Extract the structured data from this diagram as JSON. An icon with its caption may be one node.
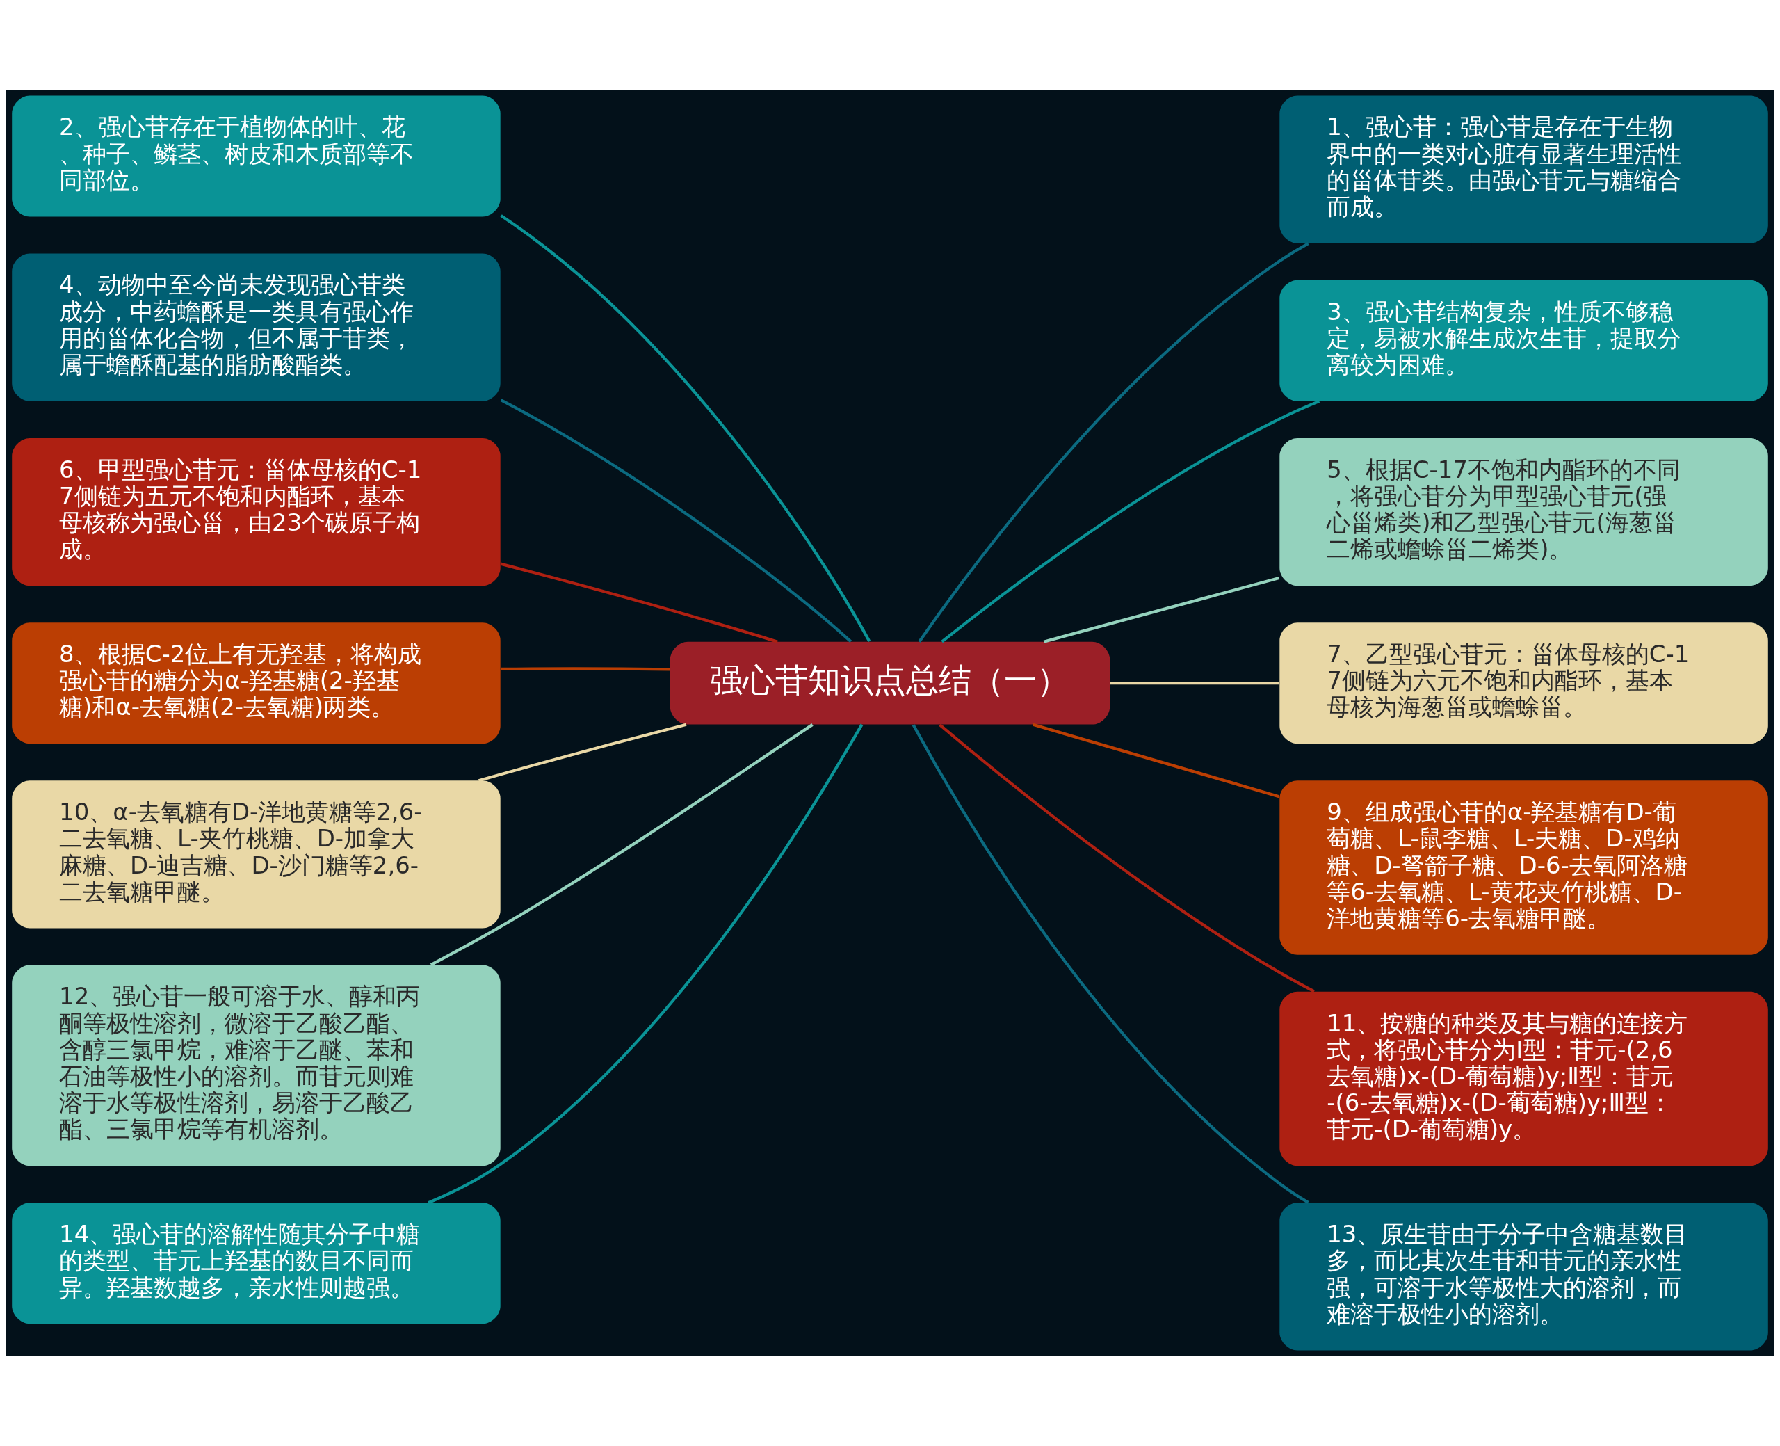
{
  "diagram": {
    "nodes": [
      {
        "text": [
          "强心苷知识点总结（一）"
        ]
      },
      {
        "text": [
          "1、强心苷：强心苷是存在于生物界中的一类对心脏有显著生理活性的甾体苷类。由强心苷元与糖缩合而成。"
        ]
      },
      {
        "text": [
          "2、强心苷存在于植物体的叶、花、种子、鳞茎、树皮和木质部等不同部位。"
        ]
      },
      {
        "text": [
          "3、强心苷结构复杂，性质不够稳定，易被水解生成次生苷，提取分离较为困难。"
        ]
      },
      {
        "text": [
          "4、动物中至今尚未发现强心苷类成分，中药蟾酥是一类具有强心作用的甾体化合物，但不属于苷类，属于蟾酥配基的脂肪酸酯类。"
        ]
      },
      {
        "text": [
          "5、根据C-17不饱和内酯环的不同，将强心苷分为甲型强心苷元(强心甾烯类)和乙型强心苷元(海葱甾二烯或蟾蜍甾二烯类)。"
        ]
      },
      {
        "text": [
          "6、甲型强心苷元：甾体母核的C-17侧链为五元不饱和内酯环，基本母核称为强心甾，由23个碳原子构成。"
        ]
      },
      {
        "text": [
          "7、乙型强心苷元：甾体母核的C-17侧链为六元不饱和内酯环，基本母核为海葱甾或蟾蜍甾。"
        ]
      },
      {
        "text": [
          "8、根据C-2位上有无羟基，将构成强心苷的糖分为α-羟基糖(2-羟基糖)和α-去氧糖(2-去氧糖)两类。"
        ]
      },
      {
        "text": [
          "9、组成强心苷的α-羟基糖有D-葡萄糖、L-鼠李糖、L-夫糖、D-鸡纳糖、D-弩箭子糖、D-6-去氧阿洛糖等6-去氧糖、L-黄花夹竹桃糖、D-洋地黄糖等6-去氧糖甲醚。"
        ]
      },
      {
        "text": [
          "10、α-去氧糖有D-洋地黄糖等2,6-二去氧糖、L-夹竹桃糖、D-加拿大麻糖、D-迪吉糖、D-沙门糖等2,6-二去氧糖甲醚。"
        ]
      },
      {
        "text": [
          "11、按糖的种类及其与糖的连接方式，将强心苷分为Ⅰ型：苷元-(2,6去氧糖)x-(D-葡萄糖)y;Ⅱ型：苷元-(6-去氧糖)x-(D-葡萄糖)y;Ⅲ型：苷元-(D-葡萄糖)y。"
        ]
      },
      {
        "text": [
          "12、强心苷一般可溶于水、醇和丙酮等极性溶剂，微溶于乙酸乙酯、含醇三氯甲烷，难溶于乙醚、苯和石油等极性小的溶剂。而苷元则难溶于水等极性溶剂，易溶于乙酸乙酯、三氯甲烷等有机溶剂。"
        ]
      },
      {
        "text": [
          "13、原生苷由于分子中含糖基数目多，而比其次生苷和苷元的亲水性强，可溶于水等极性大的溶剂，而难溶于极性小的溶剂。"
        ]
      },
      {
        "text": [
          "14、强心苷的溶解性随其分子中糖的类型、苷元上羟基的数目不同而异。羟基数越多，亲水性则越强。"
        ]
      }
    ],
    "edges": [
      {
        "from": 0,
        "to": 1,
        "arrow": "none",
        "color": "#0b6a80"
      },
      {
        "from": 0,
        "to": 2,
        "arrow": "none",
        "color": "#0a9396"
      },
      {
        "from": 0,
        "to": 3,
        "arrow": "none",
        "color": "#0a9396"
      },
      {
        "from": 0,
        "to": 4,
        "arrow": "none",
        "color": "#0b6a80"
      },
      {
        "from": 0,
        "to": 5,
        "arrow": "none",
        "color": "#94d2bd"
      },
      {
        "from": 0,
        "to": 6,
        "arrow": "none",
        "color": "#ae2012"
      },
      {
        "from": 0,
        "to": 7,
        "arrow": "none",
        "color": "#e9d8a6"
      },
      {
        "from": 0,
        "to": 8,
        "arrow": "none",
        "color": "#bb3e03"
      },
      {
        "from": 0,
        "to": 9,
        "arrow": "none",
        "color": "#bb3e03"
      },
      {
        "from": 0,
        "to": 10,
        "arrow": "none",
        "color": "#e9d8a6"
      },
      {
        "from": 0,
        "to": 11,
        "arrow": "none",
        "color": "#ae2012"
      },
      {
        "from": 0,
        "to": 12,
        "arrow": "none",
        "color": "#94d2bd"
      },
      {
        "from": 0,
        "to": 13,
        "arrow": "none",
        "color": "#0b6a80"
      },
      {
        "from": 0,
        "to": 14,
        "arrow": "none",
        "color": "#0a9396"
      }
    ]
  }
}
